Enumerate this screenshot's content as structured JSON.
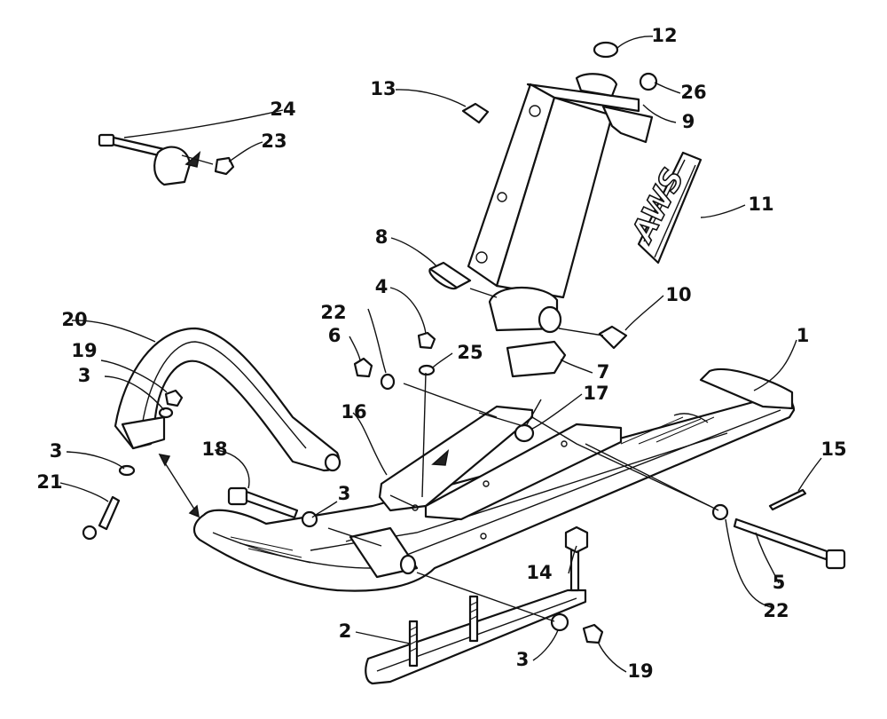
{
  "diagram": {
    "logo_text": "AWS",
    "callouts": [
      {
        "id": "c1",
        "label": "1"
      },
      {
        "id": "c2",
        "label": "2"
      },
      {
        "id": "c3a",
        "label": "3"
      },
      {
        "id": "c3b",
        "label": "3"
      },
      {
        "id": "c3c",
        "label": "3"
      },
      {
        "id": "c3d",
        "label": "3"
      },
      {
        "id": "c4",
        "label": "4"
      },
      {
        "id": "c5",
        "label": "5"
      },
      {
        "id": "c6",
        "label": "6"
      },
      {
        "id": "c7",
        "label": "7"
      },
      {
        "id": "c8",
        "label": "8"
      },
      {
        "id": "c9",
        "label": "9"
      },
      {
        "id": "c10",
        "label": "10"
      },
      {
        "id": "c11",
        "label": "11"
      },
      {
        "id": "c12",
        "label": "12"
      },
      {
        "id": "c13",
        "label": "13"
      },
      {
        "id": "c14",
        "label": "14"
      },
      {
        "id": "c15",
        "label": "15"
      },
      {
        "id": "c16",
        "label": "16"
      },
      {
        "id": "c17",
        "label": "17"
      },
      {
        "id": "c18",
        "label": "18"
      },
      {
        "id": "c19a",
        "label": "19"
      },
      {
        "id": "c19b",
        "label": "19"
      },
      {
        "id": "c20",
        "label": "20"
      },
      {
        "id": "c21",
        "label": "21"
      },
      {
        "id": "c22a",
        "label": "22"
      },
      {
        "id": "c22b",
        "label": "22"
      },
      {
        "id": "c23",
        "label": "23"
      },
      {
        "id": "c24",
        "label": "24"
      },
      {
        "id": "c25",
        "label": "25"
      },
      {
        "id": "c26",
        "label": "26"
      }
    ]
  }
}
